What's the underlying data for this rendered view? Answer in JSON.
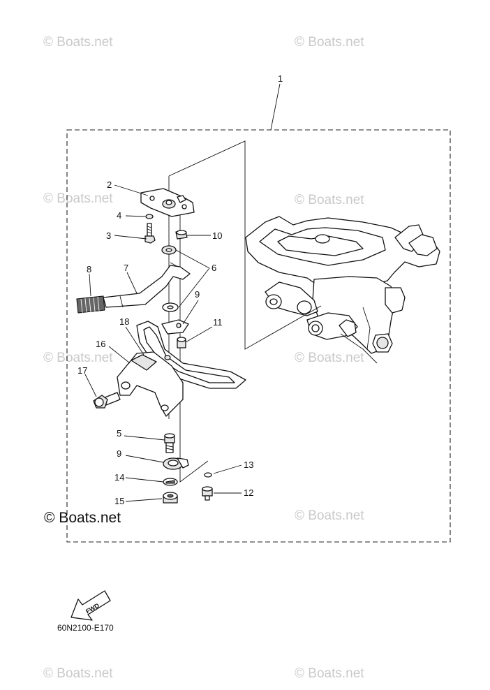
{
  "diagram": {
    "callouts": [
      "1",
      "2",
      "4",
      "3",
      "10",
      "8",
      "7",
      "6",
      "9",
      "11",
      "18",
      "16",
      "17",
      "5",
      "9",
      "13",
      "14",
      "12",
      "15"
    ],
    "diagram_code": "60N2100-E170",
    "fwd_label": "FWD",
    "watermark": "© Boats.net",
    "watermark_large": "© Boats.net"
  }
}
